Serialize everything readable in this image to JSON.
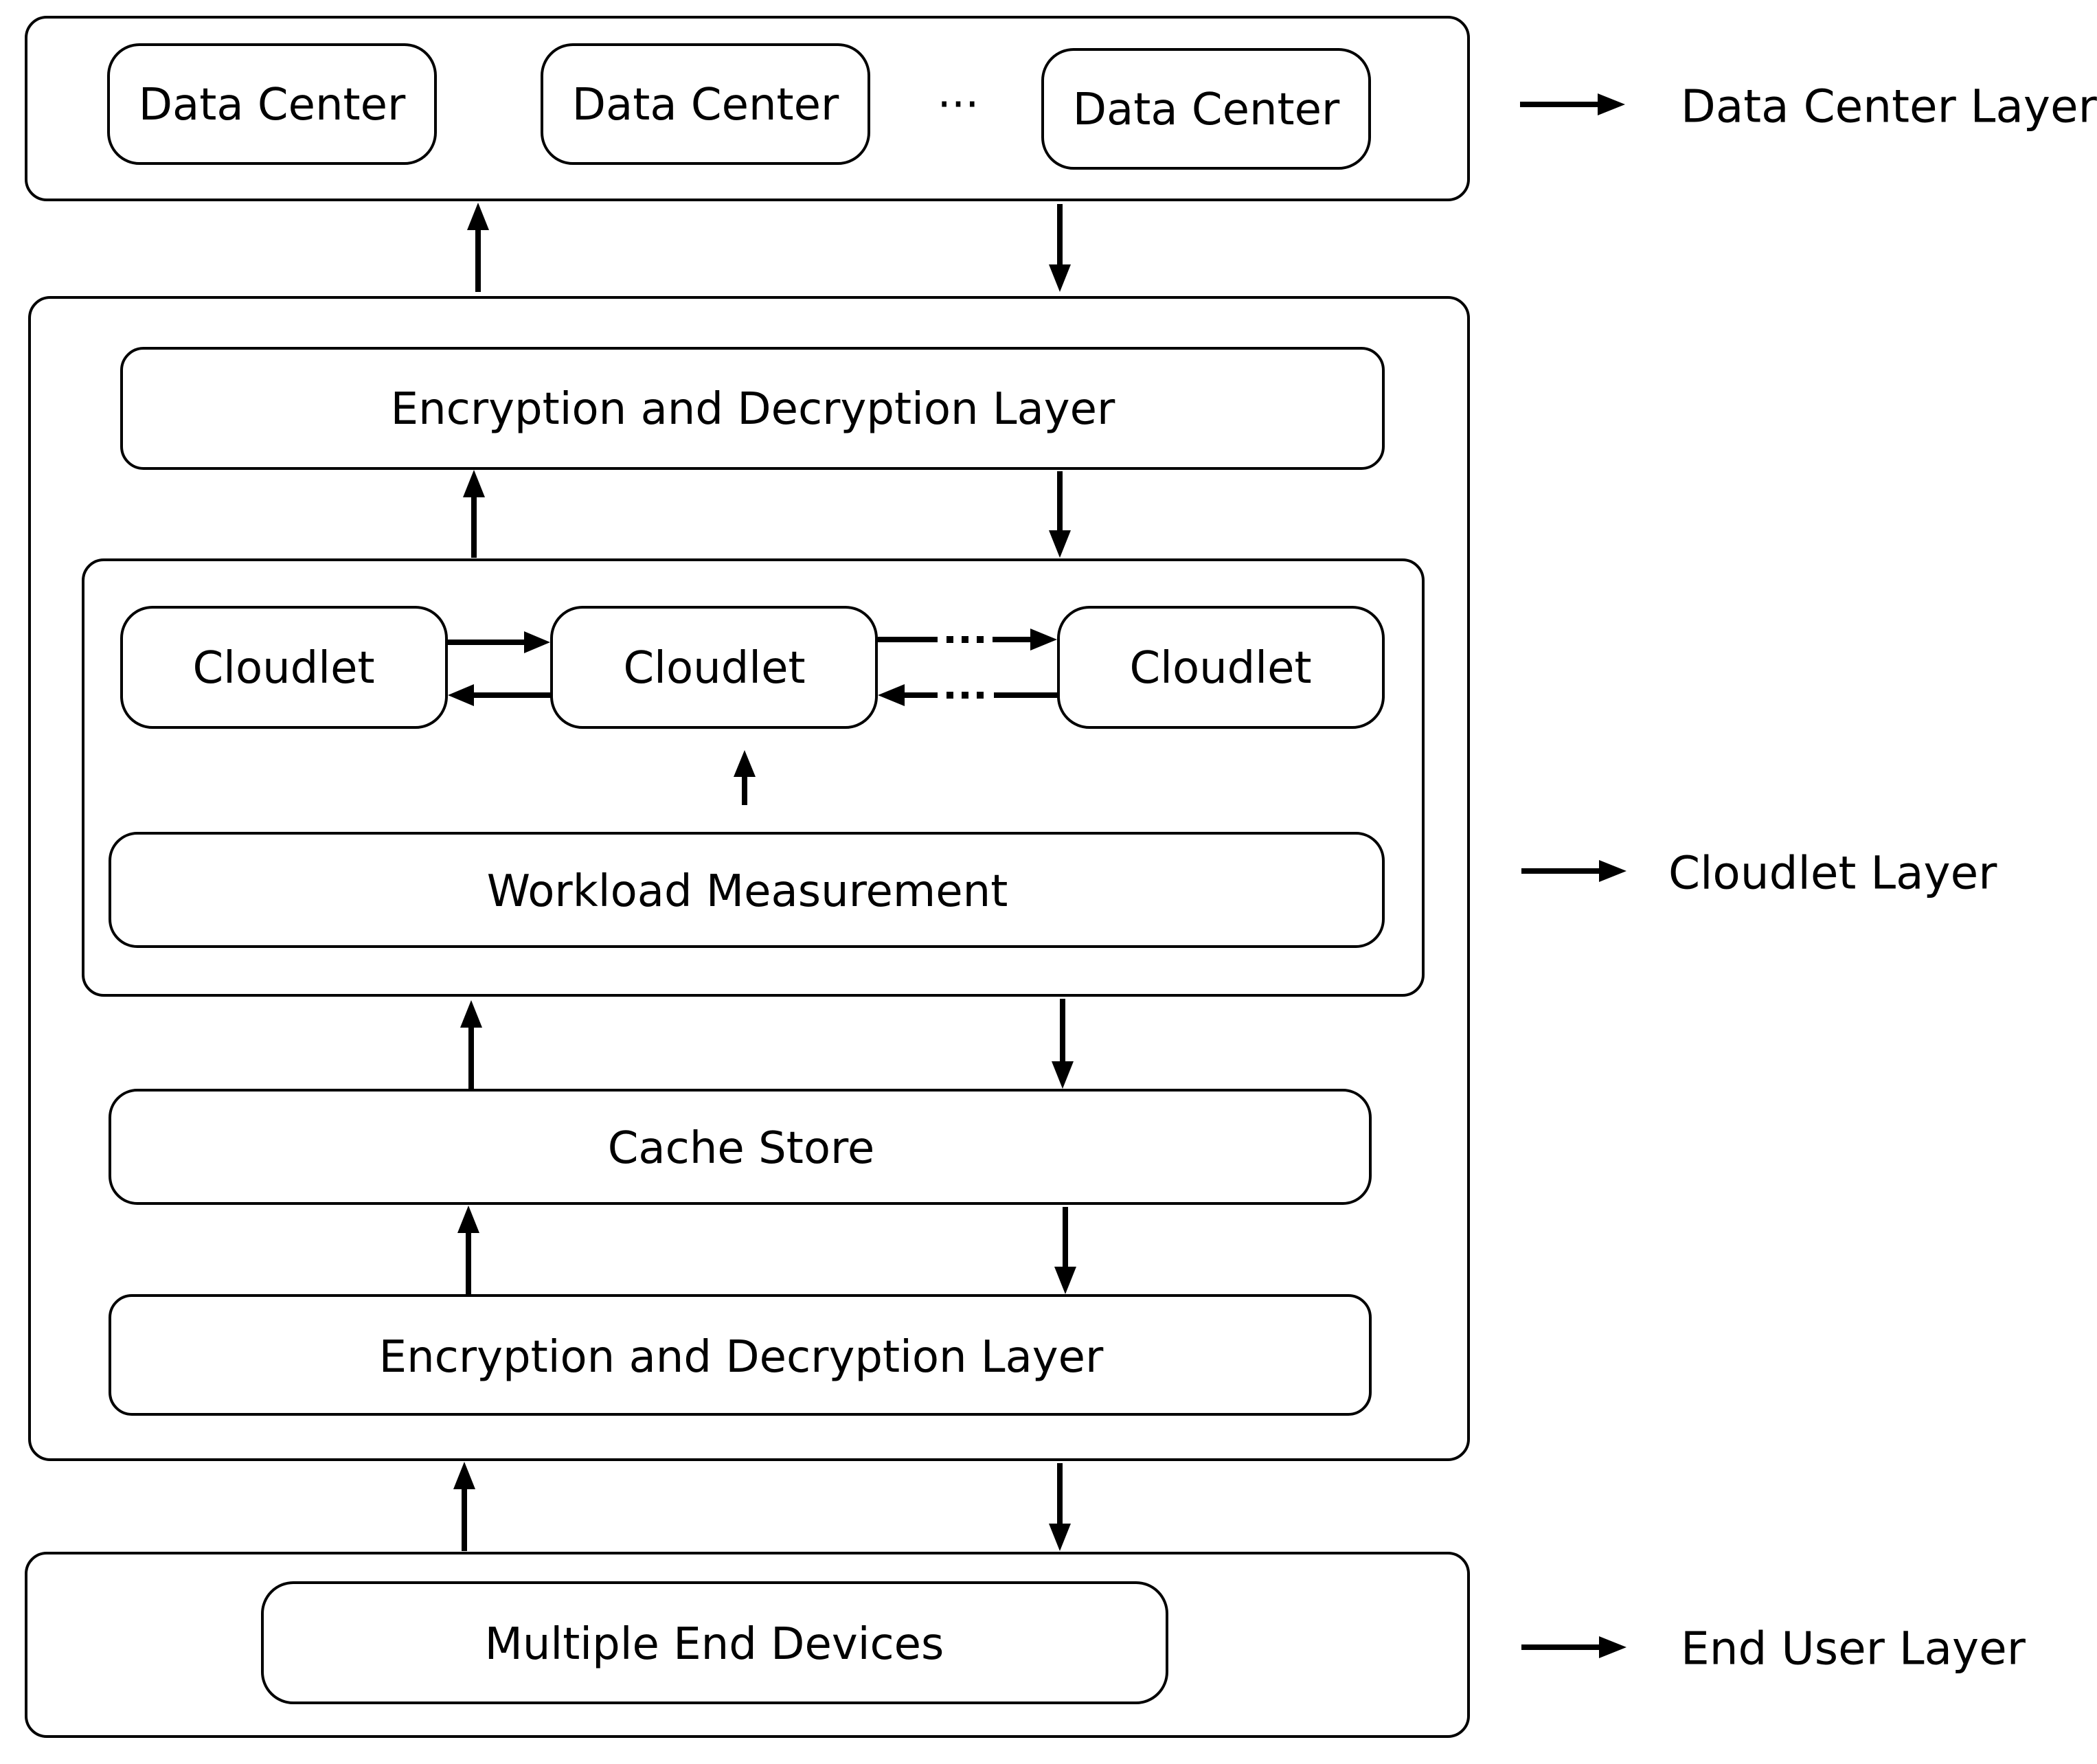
{
  "data_center_layer": {
    "nodes": [
      "Data Center",
      "Data Center",
      "Data Center"
    ],
    "ellipsis": "···",
    "label": "Data Center Layer"
  },
  "cloudlet_layer": {
    "top_encryption": "Encryption and Decryption Layer",
    "cloudlets": [
      "Cloudlet",
      "Cloudlet",
      "Cloudlet"
    ],
    "workload": "Workload Measurement",
    "cache": "Cache Store",
    "bottom_encryption": "Encryption and Decryption Layer",
    "label": "Cloudlet Layer"
  },
  "end_user_layer": {
    "devices": "Multiple End Devices",
    "label": "End User Layer"
  }
}
